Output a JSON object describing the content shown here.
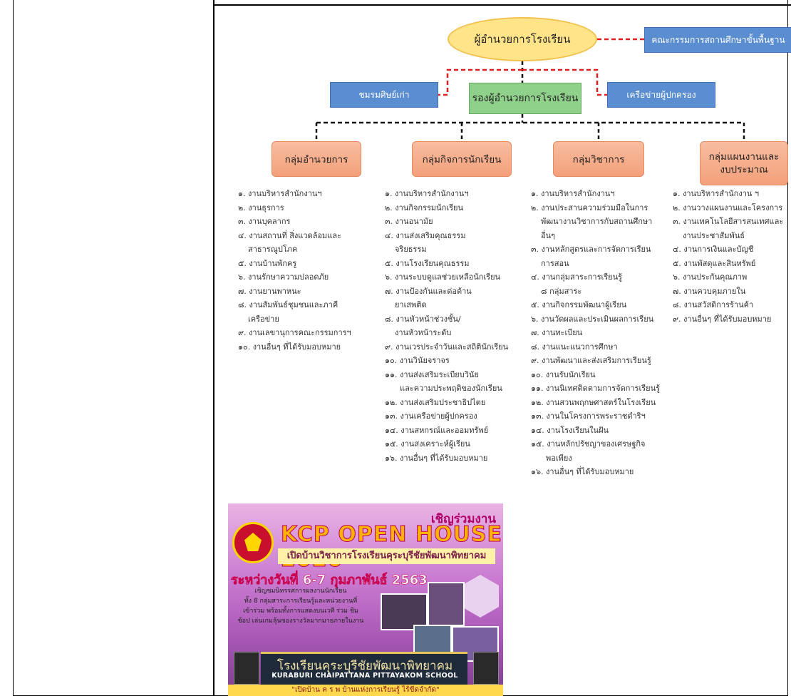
{
  "chart": {
    "director": "ผู้อำนวยการโรงเรียน",
    "deputy": "รองผู้อำนวยการโรงเรียน",
    "committee": "คณะกรรมการสถานศึกษาขั้นพื้นฐาน",
    "alumni": "ชมรมศิษย์เก่า",
    "parents": "เครือข่ายผู้ปกครอง",
    "groups": [
      {
        "title": "กลุ่มอำนวยการ",
        "items": [
          "๑. งานบริหารสำนักงานฯ",
          "๒. งานธุรการ",
          "๓. งานบุคลากร",
          "๔. งานสถานที่ สิ่งแวดล้อมและ",
          "    สาธารณูปโภค",
          "๕. งานบ้านพักครู",
          "๖. งานรักษาความปลอดภัย",
          "๗. งานยานพาหนะ",
          "๘. งานสัมพันธ์ชุมชนและภาคี",
          "    เครือข่าย",
          "๙. งานเลขานุการคณะกรรมการฯ",
          "๑๐. งานอื่นๆ ที่ได้รับมอบหมาย"
        ]
      },
      {
        "title": "กลุ่มกิจการนักเรียน",
        "items": [
          "๑. งานบริหารสำนักงานฯ",
          "๒. งานกิจกรรมนักเรียน",
          "๓. งานอนามัย",
          "๔. งานส่งเสริมคุณธรรม",
          "    จริยธรรม",
          "๕. งานโรงเรียนคุณธรรม",
          "๖. งานระบบดูแลช่วยเหลือนักเรียน",
          "๗. งานป้องกันและต่อต้าน",
          "    ยาเสพติด",
          "๘. งานหัวหน้าช่วงชั้น/",
          "    งานหัวหน้าระดับ",
          "๙. งานเวรประจำวันและสถิตินักเรียน",
          "๑๐. งานวินัยจราจร",
          "๑๑. งานส่งเสริมระเบียบวินัย",
          "      และความประพฤติของนักเรียน",
          "๑๒. งานส่งเสริมประชาธิปไตย",
          "๑๓. งานเครือข่ายผู้ปกครอง",
          "๑๔. งานสหกรณ์และออมทรัพย์",
          "๑๕. งานสงเคราะห์ผู้เรียน",
          "๑๖. งานอื่นๆ ที่ได้รับมอบหมาย"
        ]
      },
      {
        "title": "กลุ่มวิชาการ",
        "items": [
          "๑. งานบริหารสำนักงานฯ",
          "๒. งานประสานความร่วมมือในการ",
          "    พัฒนางานวิชาการกับสถานศึกษา",
          "    อื่นๆ",
          "๓. งานหลักสูตรและการจัดการเรียน",
          "    การสอน",
          "๔. งานกลุ่มสาระการเรียนรู้",
          "    ๘ กลุ่มสาระ",
          "๕. งานกิจกรรมพัฒนาผู้เรียน",
          "๖. งานวัดผลและประเมินผลการเรียน",
          "๗. งานทะเบียน",
          "๘. งานแนะแนวการศึกษา",
          "๙. งานพัฒนาและส่งเสริมการเรียนรู้",
          "๑๐. งานรับนักเรียน",
          "๑๑. งานนิเทศติดตามการจัดการเรียนรู้",
          "๑๒. งานสวนพฤกษศาสตร์ในโรงเรียน",
          "๑๓. งานในโครงการพระราชดำริฯ",
          "๑๔. งานโรงเรียนในฝัน",
          "๑๕. งานหลักปรัชญาของเศรษฐกิจ",
          "      พอเพียง",
          "๑๖. งานอื่นๆ ที่ได้รับมอบหมาย"
        ]
      },
      {
        "title_line1": "กลุ่มแผนงานและ",
        "title_line2": "งบประมาณ",
        "items": [
          "๑. งานบริหารสำนักงาน ฯ",
          "๒. งานวางแผนงานและโครงการ",
          "๓. งานเทคโนโลยีสารสนเทศและ",
          "    งานประชาสัมพันธ์",
          "๔. งานการเงินและบัญชี",
          "๕. งานพัสดุและสินทรัพย์",
          "๖. งานประกันคุณภาพ",
          "๗. งานควบคุมภายใน",
          "๘. งานสวัสดิการร้านค้า",
          "๙. งานอื่นๆ ที่ได้รับมอบหมาย"
        ]
      }
    ]
  },
  "poster": {
    "invite": "เชิญร่วมงาน",
    "title": "KCP OPEN HOUSE 2020",
    "subtitle": "เปิดบ้านวิชาการโรงเรียนคุระบุรีชัยพัฒนาพิทยาคม",
    "date": "ระหว่างวันที่ 6-7 กุมภาพันธ์ 2563",
    "description": "เชิญชมนิทรรศการผลงานนักเรียน\nทั้ง 8 กลุ่มสาระการเรียนรู้และหน่วยงานที่\nเข้าร่วม พร้อมทั้งการแสดงบนเวที ร่วม ชิม\nช้อป เล่นเกมลุ้นของรางวัลมากมายภายในงาน",
    "school_th": "โรงเรียนคุระบุรีชัยพัฒนาพิทยาคม",
    "school_en": "KURABURI CHAIPATTANA PITTAYAKOM SCHOOL",
    "footer": "\"เปิดบ้าน ค ร พ บ้านแห่งการเรียนรู้ ไร้ขีดจำกัด\""
  },
  "colors": {
    "director_fill": "#ffe48a",
    "deputy_fill": "#8fd18a",
    "side_box_fill": "#5a8ed1",
    "group_fill": "#f3a07a",
    "connector_red": "#e02020",
    "connector_black": "#111111"
  }
}
